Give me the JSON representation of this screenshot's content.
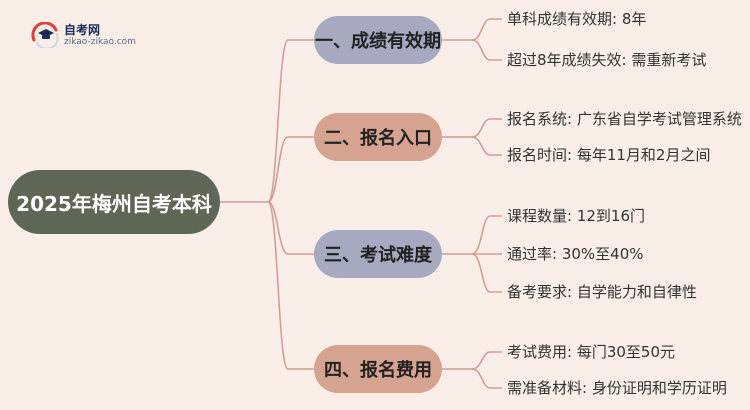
{
  "logo": {
    "name": "自考网",
    "url": "zikao-zikao.com"
  },
  "root": {
    "label": "2025年梅州自考本科"
  },
  "branches": [
    {
      "label": "一、成绩有效期",
      "color": "#a6a9c0",
      "leaves": [
        "单科成绩有效期: 8年",
        "超过8年成绩失效: 需重新考试"
      ]
    },
    {
      "label": "二、报名入口",
      "color": "#d6a391",
      "leaves": [
        "报名系统: 广东省自学考试管理系统",
        "报名时间: 每年11月和2月之间"
      ]
    },
    {
      "label": "三、考试难度",
      "color": "#a6a9c0",
      "leaves": [
        "课程数量: 12到16门",
        "通过率: 30%至40%",
        "备考要求: 自学能力和自律性"
      ]
    },
    {
      "label": "四、报名费用",
      "color": "#d6a391",
      "leaves": [
        "考试费用: 每门30至50元",
        "需准备材料: 身份证明和学历证明"
      ]
    }
  ],
  "colors": {
    "background": "#f8eee7",
    "root": "#5e6756",
    "line": "#cf9e94"
  }
}
